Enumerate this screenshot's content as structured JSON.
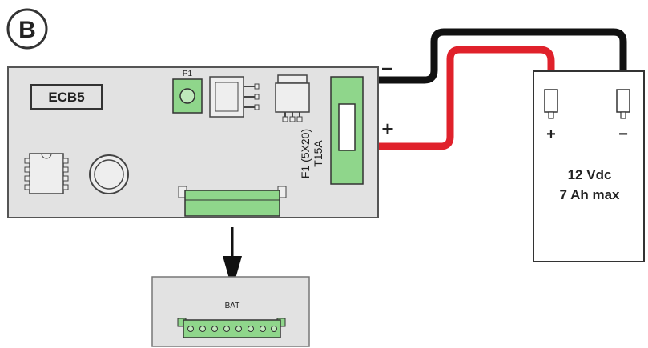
{
  "figure": {
    "badge": "B",
    "board_label": "ECB5",
    "button_label": "P1",
    "fuse_label_line1": "F1 (5X20)",
    "fuse_label_line2": "T15A",
    "wire_minus": "−",
    "wire_plus": "+",
    "battery_terminal_plus": "+",
    "battery_terminal_minus": "−",
    "battery_voltage": "12 Vdc",
    "battery_capacity": "7 Ah max",
    "detail_connector_label": "BAT"
  },
  "colors": {
    "board": "#e2e2e2",
    "green": "#8fd68b",
    "wire_black": "#111111",
    "wire_red": "#e0212b"
  }
}
